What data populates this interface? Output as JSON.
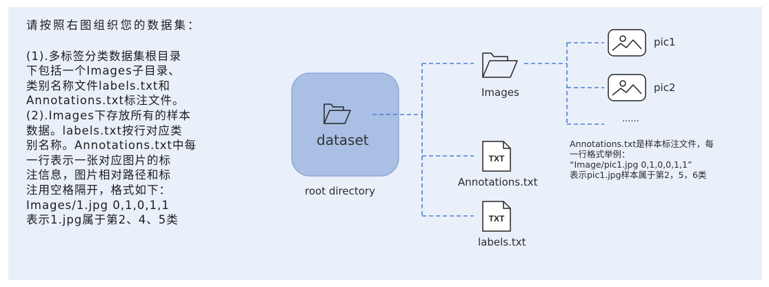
{
  "instructions": {
    "title": "请按照右图组织您的数据集：",
    "lines": [
      "(1).多标签分类数据集根目录",
      "下包括一个Images子目录、",
      "类别名称文件labels.txt和",
      "Annotations.txt标注文件。",
      "(2).Images下存放所有的样本",
      "数据。labels.txt按行对应类",
      "别名称。Annotations.txt中每",
      "一行表示一张对应图片的标",
      "注信息，图片相对路径和标",
      "注用空格隔开，格式如下：",
      "Images/1.jpg 0,1,0,1,1",
      "表示1.jpg属于第2、4、5类"
    ]
  },
  "diagram": {
    "root_label": "dataset",
    "root_caption": "root directory",
    "images_label": "Images",
    "annotations_label": "Annotations.txt",
    "labels_label": "labels.txt",
    "txt_badge": "TXT",
    "pic1_label": "pic1",
    "pic2_label": "pic2",
    "ellipsis": "......",
    "note_lines": [
      "Annotations.txt是样本标注文件，每",
      "一行格式举例：",
      "“Image/pic1.jpg 0,1,0,0,1,1”",
      "表示pic1.jpg样本属于第2，5，6类"
    ],
    "colors": {
      "panel": "#eaf0fa",
      "root_box": "#a9bfe3",
      "root_box_border": "#8ea9d8",
      "dashed_line": "#4a7bd0",
      "icon_stroke": "#222222"
    }
  }
}
